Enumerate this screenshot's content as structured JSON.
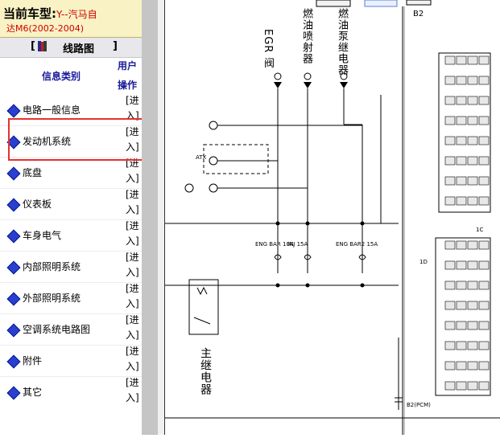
{
  "car": {
    "label": "当前车型:",
    "model_line1": "Y--汽马自",
    "model_line2": "达M6(2002-2004)"
  },
  "wiring": {
    "open_bracket": "[",
    "title": "线路图",
    "close_bracket": "]"
  },
  "table": {
    "col_category": "信息类别",
    "col_user": "用户",
    "col_operation": "操作"
  },
  "items": [
    {
      "label": "电路一般信息",
      "action": "[进入]"
    },
    {
      "label": "发动机系统",
      "action": "[进入]"
    },
    {
      "label": "底盘",
      "action": "[进入]"
    },
    {
      "label": "仪表板",
      "action": "[进入]"
    },
    {
      "label": "车身电气",
      "action": "[进入]"
    },
    {
      "label": "内部照明系统",
      "action": "[进入]"
    },
    {
      "label": "外部照明系统",
      "action": "[进入]"
    },
    {
      "label": "空调系统电路图",
      "action": "[进入]"
    },
    {
      "label": "附件",
      "action": "[进入]"
    },
    {
      "label": "其它",
      "action": "[进入]"
    }
  ],
  "diagram": {
    "labels": {
      "egr": "EGR 阀",
      "injector": "燃油喷射器",
      "pump_relay": "燃油泵继电器",
      "main_relay": "主继电器",
      "b2": "B2",
      "atx": "ATX",
      "ecm_b": "ENG BAR 10A",
      "inj_15a": "INJ 15A",
      "eng_bar2": "ENG BAR2 15A",
      "c1": "1C",
      "d1": "1D",
      "b2_pcm": "B2(PCM)"
    }
  }
}
